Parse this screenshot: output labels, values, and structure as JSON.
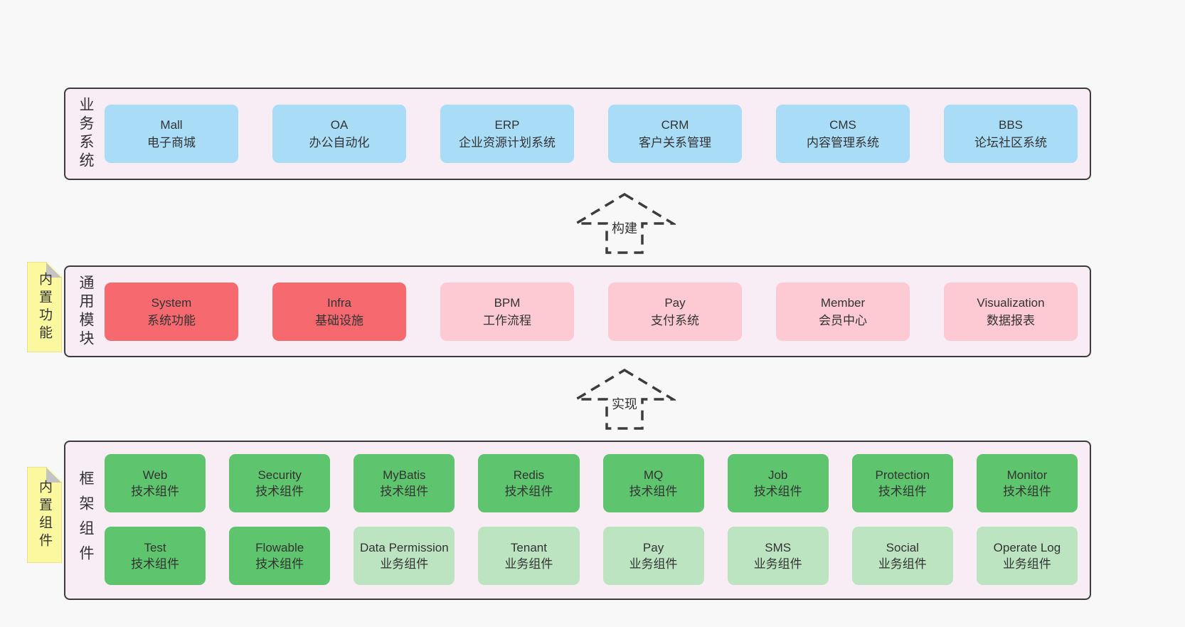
{
  "palette": {
    "page_bg": "#f8f8f8",
    "panel_bg": "#f8ecf5",
    "panel_border": "#3c3c3c",
    "text": "#333333",
    "blue": "#a9dcf7",
    "red": "#f5696f",
    "pink": "#fdc9d3",
    "green": "#5ec46e",
    "green_light": "#bde4c1",
    "note_yellow": "#fbf8a0",
    "note_fold": "#c4c4c4"
  },
  "arrows": [
    {
      "label": "构建"
    },
    {
      "label": "实现"
    }
  ],
  "bands": [
    {
      "label": "业务系统",
      "boxes": [
        {
          "title": "Mall",
          "subtitle": "电子商城",
          "color": "blue"
        },
        {
          "title": "OA",
          "subtitle": "办公自动化",
          "color": "blue"
        },
        {
          "title": "ERP",
          "subtitle": "企业资源计划系统",
          "color": "blue"
        },
        {
          "title": "CRM",
          "subtitle": "客户关系管理",
          "color": "blue"
        },
        {
          "title": "CMS",
          "subtitle": "内容管理系统",
          "color": "blue"
        },
        {
          "title": "BBS",
          "subtitle": "论坛社区系统",
          "color": "blue"
        }
      ]
    },
    {
      "label": "通用模块",
      "note": "内置功能",
      "boxes": [
        {
          "title": "System",
          "subtitle": "系统功能",
          "color": "red"
        },
        {
          "title": "Infra",
          "subtitle": "基础设施",
          "color": "red"
        },
        {
          "title": "BPM",
          "subtitle": "工作流程",
          "color": "pink"
        },
        {
          "title": "Pay",
          "subtitle": "支付系统",
          "color": "pink"
        },
        {
          "title": "Member",
          "subtitle": "会员中心",
          "color": "pink"
        },
        {
          "title": "Visualization",
          "subtitle": "数据报表",
          "color": "pink"
        }
      ]
    },
    {
      "label": "框架组件",
      "note": "内置组件",
      "rows": [
        [
          {
            "title": "Web",
            "subtitle": "技术组件",
            "color": "green"
          },
          {
            "title": "Security",
            "subtitle": "技术组件",
            "color": "green"
          },
          {
            "title": "MyBatis",
            "subtitle": "技术组件",
            "color": "green"
          },
          {
            "title": "Redis",
            "subtitle": "技术组件",
            "color": "green"
          },
          {
            "title": "MQ",
            "subtitle": "技术组件",
            "color": "green"
          },
          {
            "title": "Job",
            "subtitle": "技术组件",
            "color": "green"
          },
          {
            "title": "Protection",
            "subtitle": "技术组件",
            "color": "green"
          },
          {
            "title": "Monitor",
            "subtitle": "技术组件",
            "color": "green"
          }
        ],
        [
          {
            "title": "Test",
            "subtitle": "技术组件",
            "color": "green"
          },
          {
            "title": "Flowable",
            "subtitle": "技术组件",
            "color": "green"
          },
          {
            "title": "Data Permission",
            "subtitle": "业务组件",
            "color": "green_light"
          },
          {
            "title": "Tenant",
            "subtitle": "业务组件",
            "color": "green_light"
          },
          {
            "title": "Pay",
            "subtitle": "业务组件",
            "color": "green_light"
          },
          {
            "title": "SMS",
            "subtitle": "业务组件",
            "color": "green_light"
          },
          {
            "title": "Social",
            "subtitle": "业务组件",
            "color": "green_light"
          },
          {
            "title": "Operate Log",
            "subtitle": "业务组件",
            "color": "green_light"
          }
        ]
      ]
    }
  ]
}
